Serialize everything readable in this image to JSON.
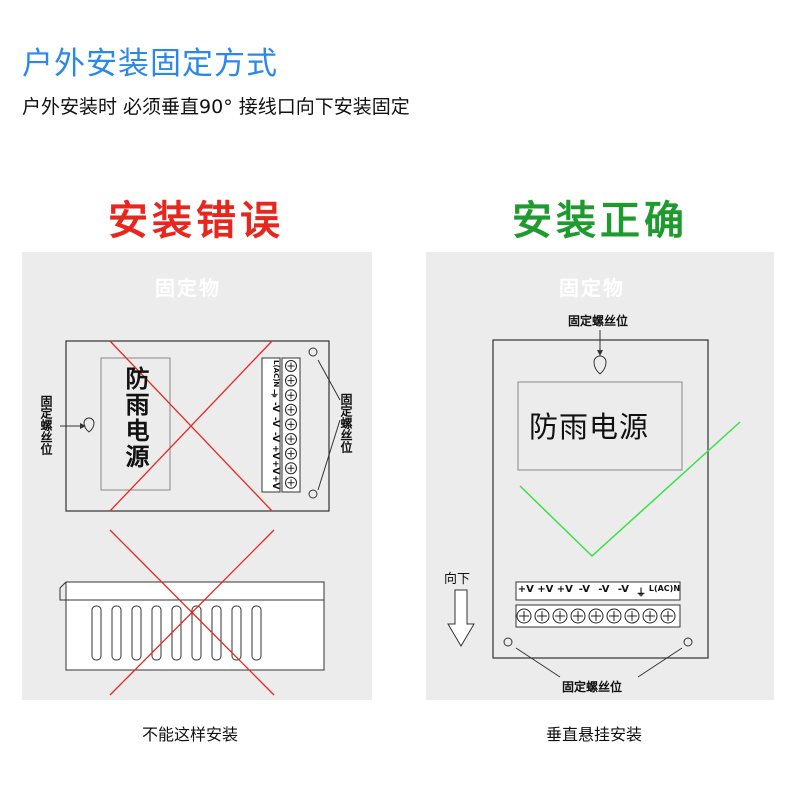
{
  "header": {
    "title": "户外安装固定方式",
    "subtitle": "户外安装时 必须垂直90° 接线口向下安装固定"
  },
  "wrong": {
    "heading": "安装错误",
    "fixed_object": "固定物",
    "device_label": "防雨电源",
    "screw_label_left": "固定螺丝位",
    "screw_label_right": "固定螺丝位",
    "terminals": [
      "+V",
      "+V",
      "+V",
      "-V",
      "-V",
      "-V",
      "⏚",
      "L(AC)N"
    ],
    "caption": "不能这样安装"
  },
  "right": {
    "heading": "安装正确",
    "fixed_object": "固定物",
    "device_label": "防雨电源",
    "screw_label_top": "固定螺丝位",
    "screw_label_bottom": "固定螺丝位",
    "direction_label": "向下",
    "terminals": [
      "+V",
      "+V",
      "+V",
      "-V",
      "-V",
      "-V",
      "⏚",
      "L(AC)N"
    ],
    "caption": "垂直悬挂安装"
  },
  "colors": {
    "title_blue": "#2b88e6",
    "wrong_red": "#e8261e",
    "right_green": "#1f9a2e",
    "panel_gray": "#ececec",
    "check_green": "#39e046"
  },
  "icons": [
    "screw-hole-icon",
    "cross-mark-icon",
    "check-mark-icon",
    "down-arrow-icon",
    "ground-icon",
    "terminal-screw-icon"
  ]
}
